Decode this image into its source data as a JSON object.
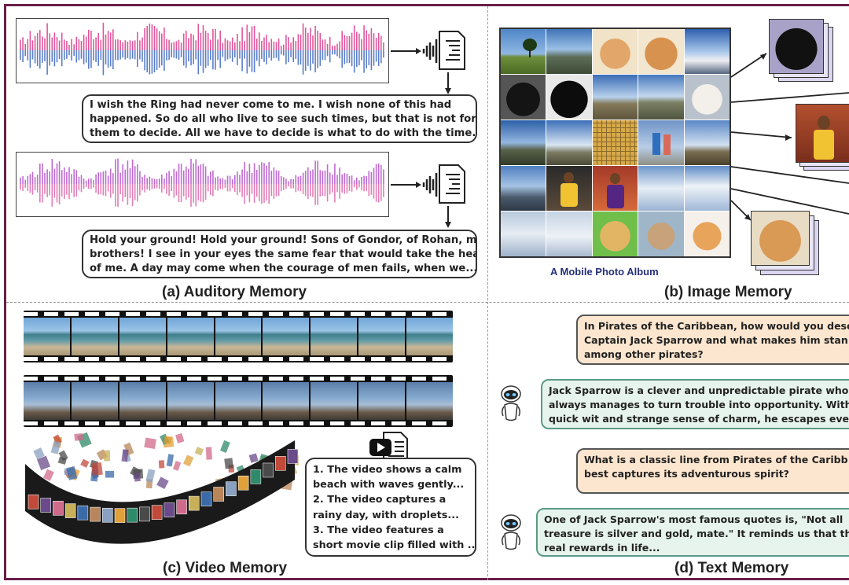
{
  "captions": {
    "auditory": "(a)  Auditory Memory",
    "image": "(b)  Image Memory",
    "video": "(c)  Video Memory",
    "text": "(d)  Text Memory"
  },
  "auditory": {
    "transcript1": [
      "I wish the Ring had never come to me. I wish none of this had",
      "happened. So do all who live to see such times, but that is not for",
      "them to decide. All we have to decide is what to do with the time..."
    ],
    "transcript2": [
      "Hold your ground! Hold your ground! Sons of Gondor, of Rohan, my",
      "brothers! I see in your eyes the same fear that would take the heart",
      "of me. A day may come when the courage of men fails, when we..."
    ],
    "wave1_colors": [
      "#e0569b",
      "#5b7ec8"
    ],
    "wave2_colors": [
      "#c06ad0",
      "#e07fb8"
    ]
  },
  "image": {
    "album_title": "A Mobile Photo Album",
    "icons": [
      "tree-photo",
      "mountain-photo",
      "cat-photo",
      "black-cat-photo",
      "sky-photo",
      "basketball-player-photo",
      "dog-photo",
      "kitten-photo"
    ]
  },
  "video": {
    "summary": [
      "1. The video shows a calm",
      "beach with waves gently...",
      "2. The video captures a",
      "rainy day, with droplets...",
      "3. The video features a",
      "short movie clip filled with ..."
    ]
  },
  "text": {
    "q1": [
      "In Pirates of the Caribbean, how would you desc",
      "Captain Jack Sparrow and what makes him stan",
      "among other pirates?"
    ],
    "a1": [
      "Jack Sparrow is a clever and unpredictable pirate who",
      "always manages to turn trouble into opportunity. With",
      "quick wit and strange sense of charm, he escapes eve"
    ],
    "q2": [
      "What is a classic line from Pirates of the Caribb",
      "best captures its adventurous spirit?"
    ],
    "a2": [
      "One of Jack Sparrow's most famous quotes is, \"Not all",
      "treasure is silver and gold, mate.\" It reminds us that the",
      "real rewards in life..."
    ]
  }
}
